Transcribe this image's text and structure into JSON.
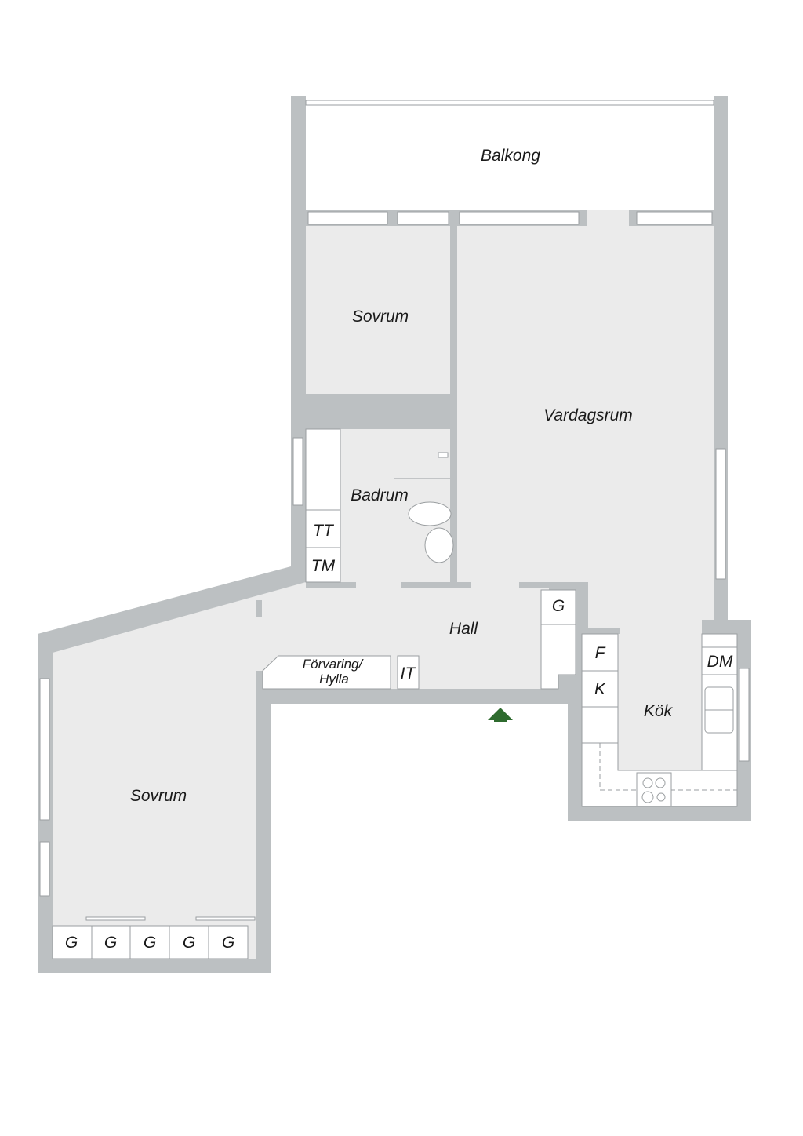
{
  "rooms": {
    "balcony": "Balkong",
    "bedroom_top": "Sovrum",
    "living_room": "Vardagsrum",
    "bathroom": "Badrum",
    "hall": "Hall",
    "kitchen": "Kök",
    "bedroom_left": "Sovrum"
  },
  "fixtures": {
    "tumble_dryer": "TT",
    "washing_machine": "TM",
    "hall_wardrobe": "G",
    "storage_line1": "Förvaring/",
    "storage_line2": "Hylla",
    "it_cabinet": "IT",
    "freezer": "F",
    "fridge": "K",
    "dishwasher": "DM",
    "bedroom_wardrobes": [
      "G",
      "G",
      "G",
      "G",
      "G"
    ]
  },
  "colors": {
    "wall": "#bcc0c2",
    "floor": "#ebebeb",
    "entrance": "#2e6b2e"
  }
}
